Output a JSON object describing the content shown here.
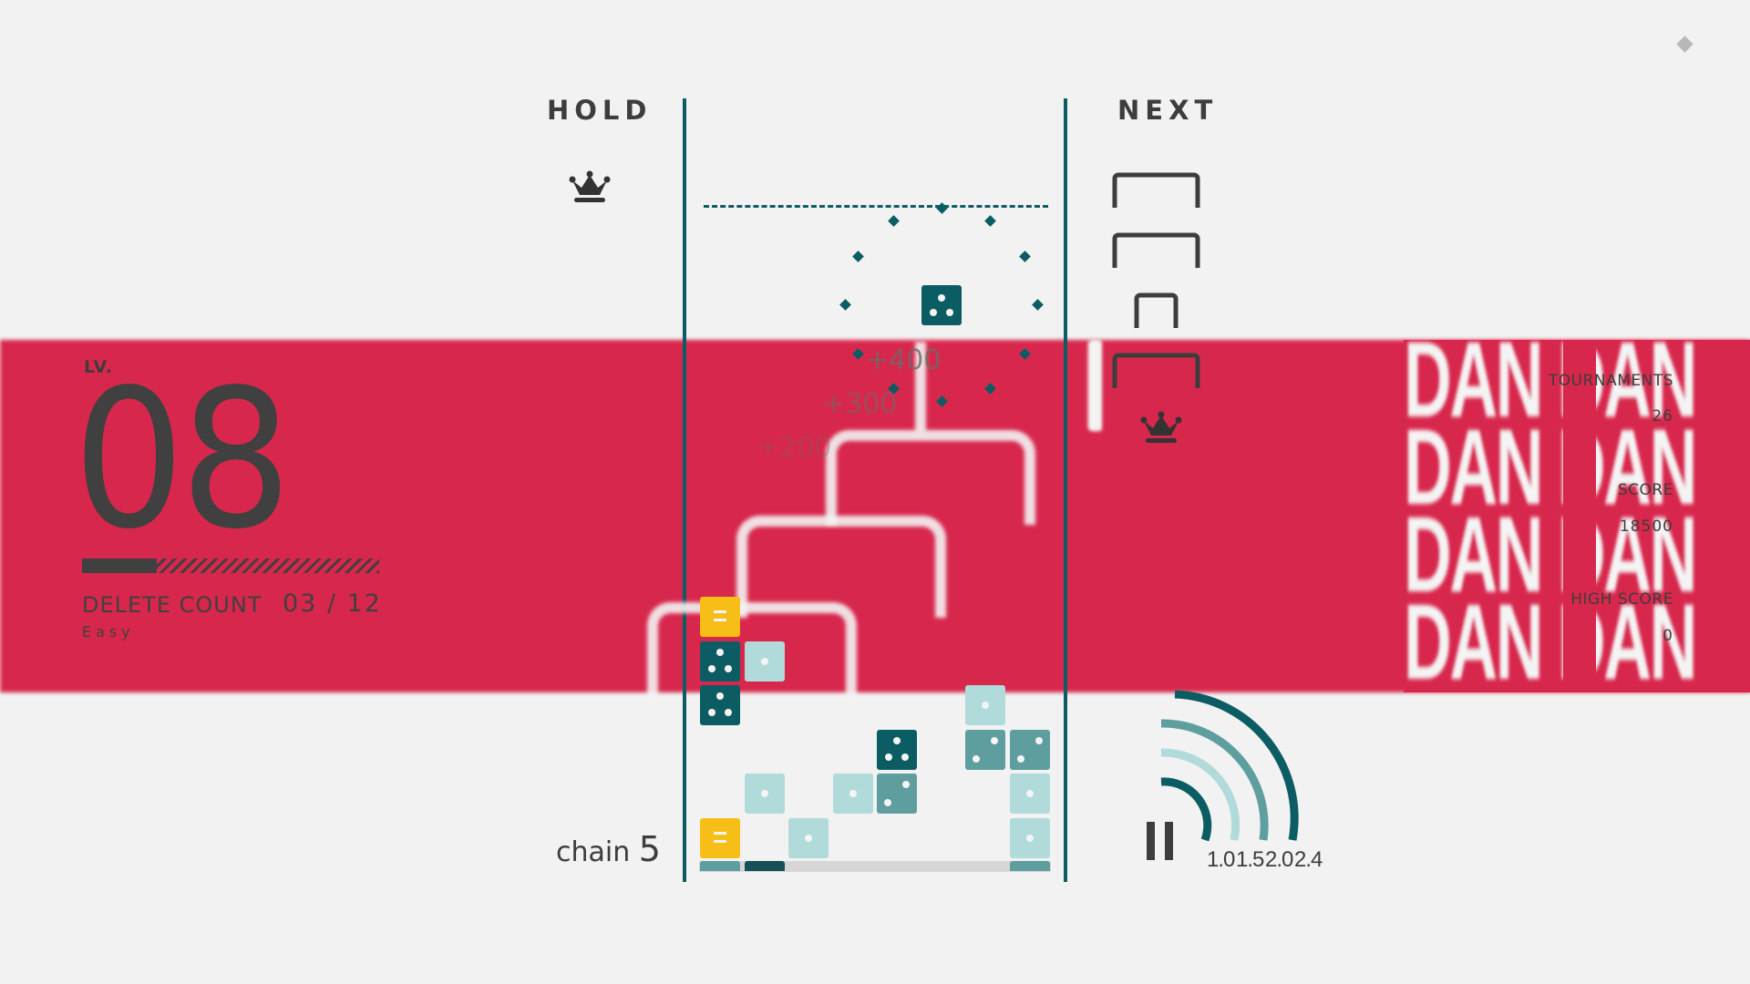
{
  "hold": {
    "label": "HOLD",
    "icon": "crown-icon"
  },
  "next": {
    "label": "NEXT",
    "queue": [
      "wide-bracket",
      "wide-bracket",
      "narrow-bracket",
      "wide-bracket"
    ],
    "icon": "crown-icon"
  },
  "level": {
    "label": "LV.",
    "value": "08"
  },
  "delete_count": {
    "label": "DELETE COUNT",
    "value": "03 / 12",
    "progress_pct": 25
  },
  "difficulty": "Easy",
  "chain": {
    "label": "chain",
    "value": "5"
  },
  "score_popups": [
    "+400",
    "+300",
    "+200"
  ],
  "stats": {
    "tournaments_label": "TOURNAMENTS",
    "tournaments_value": "26",
    "score_label": "SCORE",
    "score_value": "18500",
    "high_score_label": "HIGH SCORE",
    "high_score_value": "0"
  },
  "speed": {
    "labels": [
      "1.0",
      "1.5",
      "2.0",
      "2.4"
    ],
    "colors": [
      "#0c5d63",
      "#b1dada",
      "#5f9e9f",
      "#0c5d63"
    ]
  },
  "banner_text": "DAN",
  "colors": {
    "accent_red": "#d8274c",
    "teal_dark": "#0c5d63",
    "teal_mid": "#5f9e9f",
    "teal_light": "#b1dada",
    "yellow": "#f7be18",
    "bg": "#f2f2f2"
  },
  "board": {
    "falling_piece": {
      "pips": 3
    },
    "cells": [
      {
        "col": 0,
        "row": 0,
        "type": "yellow"
      },
      {
        "col": 0,
        "row": 1,
        "type": "d3"
      },
      {
        "col": 1,
        "row": 1,
        "type": "d1"
      },
      {
        "col": 0,
        "row": 2,
        "type": "d3"
      },
      {
        "col": 6,
        "row": 2,
        "type": "d1"
      },
      {
        "col": 4,
        "row": 3,
        "type": "d3"
      },
      {
        "col": 6,
        "row": 3,
        "type": "d2"
      },
      {
        "col": 7,
        "row": 3,
        "type": "d2"
      },
      {
        "col": 1,
        "row": 4,
        "type": "d1"
      },
      {
        "col": 3,
        "row": 4,
        "type": "d1"
      },
      {
        "col": 4,
        "row": 4,
        "type": "d2"
      },
      {
        "col": 7,
        "row": 4,
        "type": "d1"
      },
      {
        "col": 0,
        "row": 5,
        "type": "yellow"
      },
      {
        "col": 2,
        "row": 5,
        "type": "d1"
      },
      {
        "col": 7,
        "row": 5,
        "type": "d1"
      }
    ]
  }
}
